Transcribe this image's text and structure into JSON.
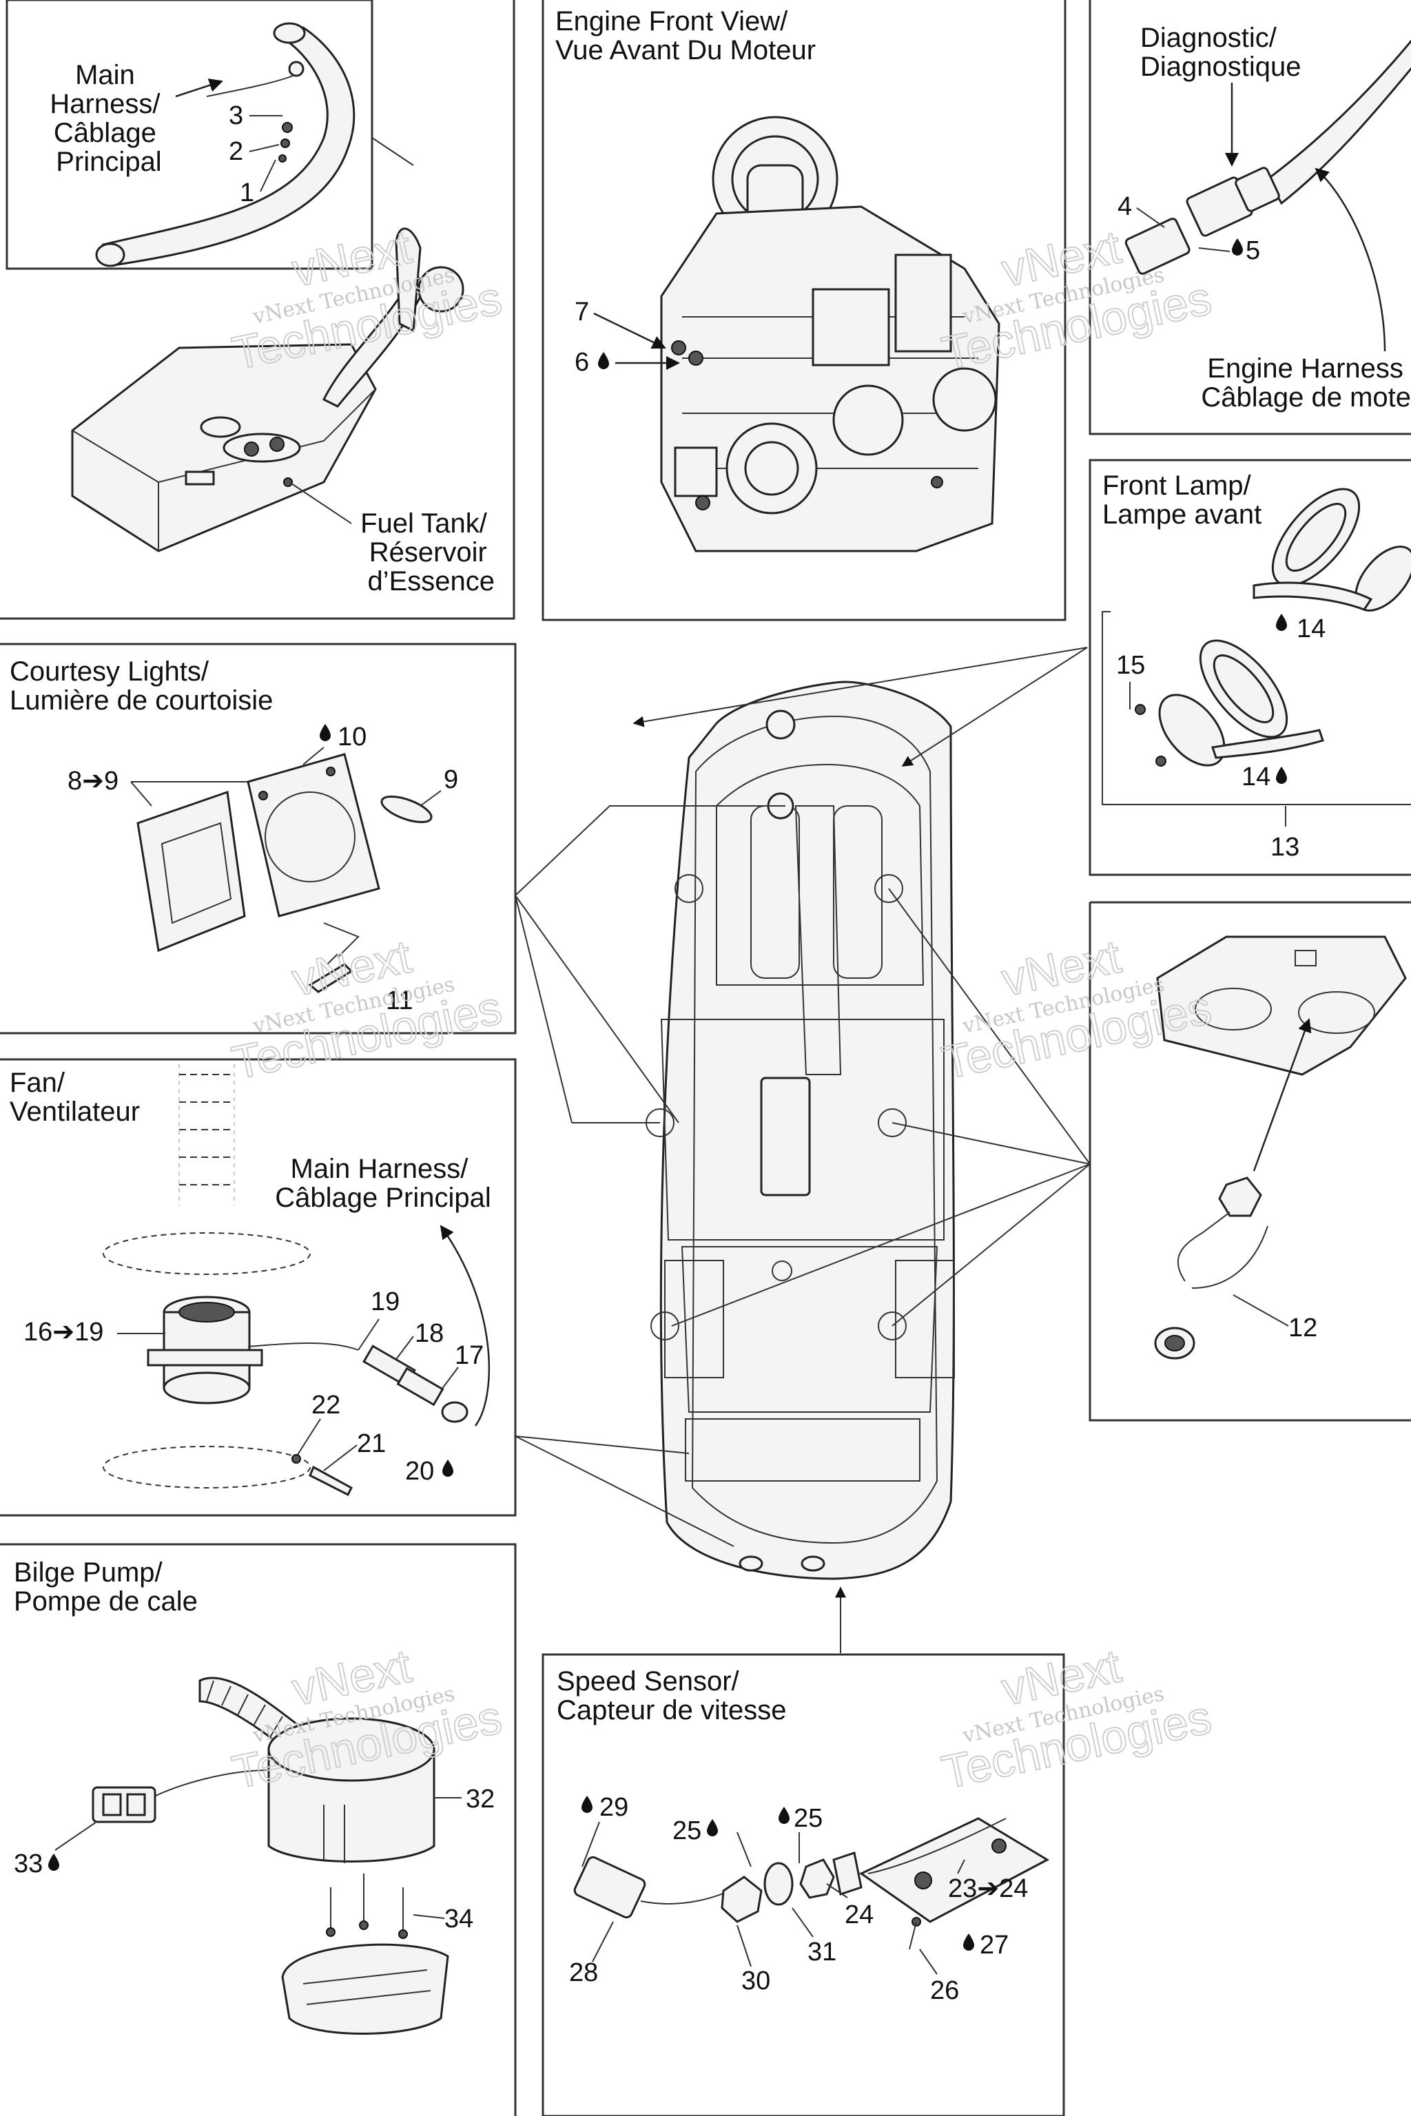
{
  "panels": {
    "fuel_tank": {
      "main_harness": [
        "Main",
        "Harness/",
        "Câblage",
        "Principal"
      ],
      "fuel_tank": [
        "Fuel Tank/",
        "Réservoir",
        "d’Essence"
      ],
      "items": [
        "3",
        "2",
        "1"
      ]
    },
    "engine": {
      "title": [
        "Engine Front View/",
        "Vue Avant Du Moteur"
      ],
      "items": [
        "7",
        "6"
      ]
    },
    "diagnostic": {
      "title": [
        "Diagnostic/",
        "Diagnostique"
      ],
      "engine_harness": [
        "Engine Harness",
        "Câblage de mote"
      ],
      "items": [
        "4",
        "5"
      ]
    },
    "front_lamp": {
      "title": [
        "Front Lamp/",
        "Lampe avant"
      ],
      "items": [
        "14",
        "15",
        "14",
        "13"
      ]
    },
    "courtesy": {
      "title": [
        "Courtesy Lights/",
        "Lumière de courtoisie"
      ],
      "items": [
        "8➔9",
        "10",
        "9",
        "11"
      ]
    },
    "switch": {
      "items": [
        "12"
      ]
    },
    "fan": {
      "title": [
        "Fan/",
        "Ventilateur"
      ],
      "main_harness": [
        "Main Harness/",
        "Câblage Principal"
      ],
      "items": [
        "16➔19",
        "19",
        "18",
        "17",
        "22",
        "21",
        "20"
      ]
    },
    "bilge": {
      "title": [
        "Bilge Pump/",
        "Pompe de cale"
      ],
      "items": [
        "32",
        "33",
        "34"
      ]
    },
    "speed": {
      "title": [
        "Speed Sensor/",
        "Capteur de vitesse"
      ],
      "items": [
        "29",
        "25",
        "25",
        "24",
        "23➔24",
        "28",
        "30",
        "31",
        "26",
        "27"
      ]
    }
  },
  "watermark": {
    "line1": "vNext Technologies",
    "line2": "vNext",
    "line3": "Technologies"
  },
  "colors": {
    "line": "#222222",
    "watermark": "#c8c8c8"
  },
  "icons": [
    "sealant-drop-icon",
    "arrow-range-icon"
  ]
}
